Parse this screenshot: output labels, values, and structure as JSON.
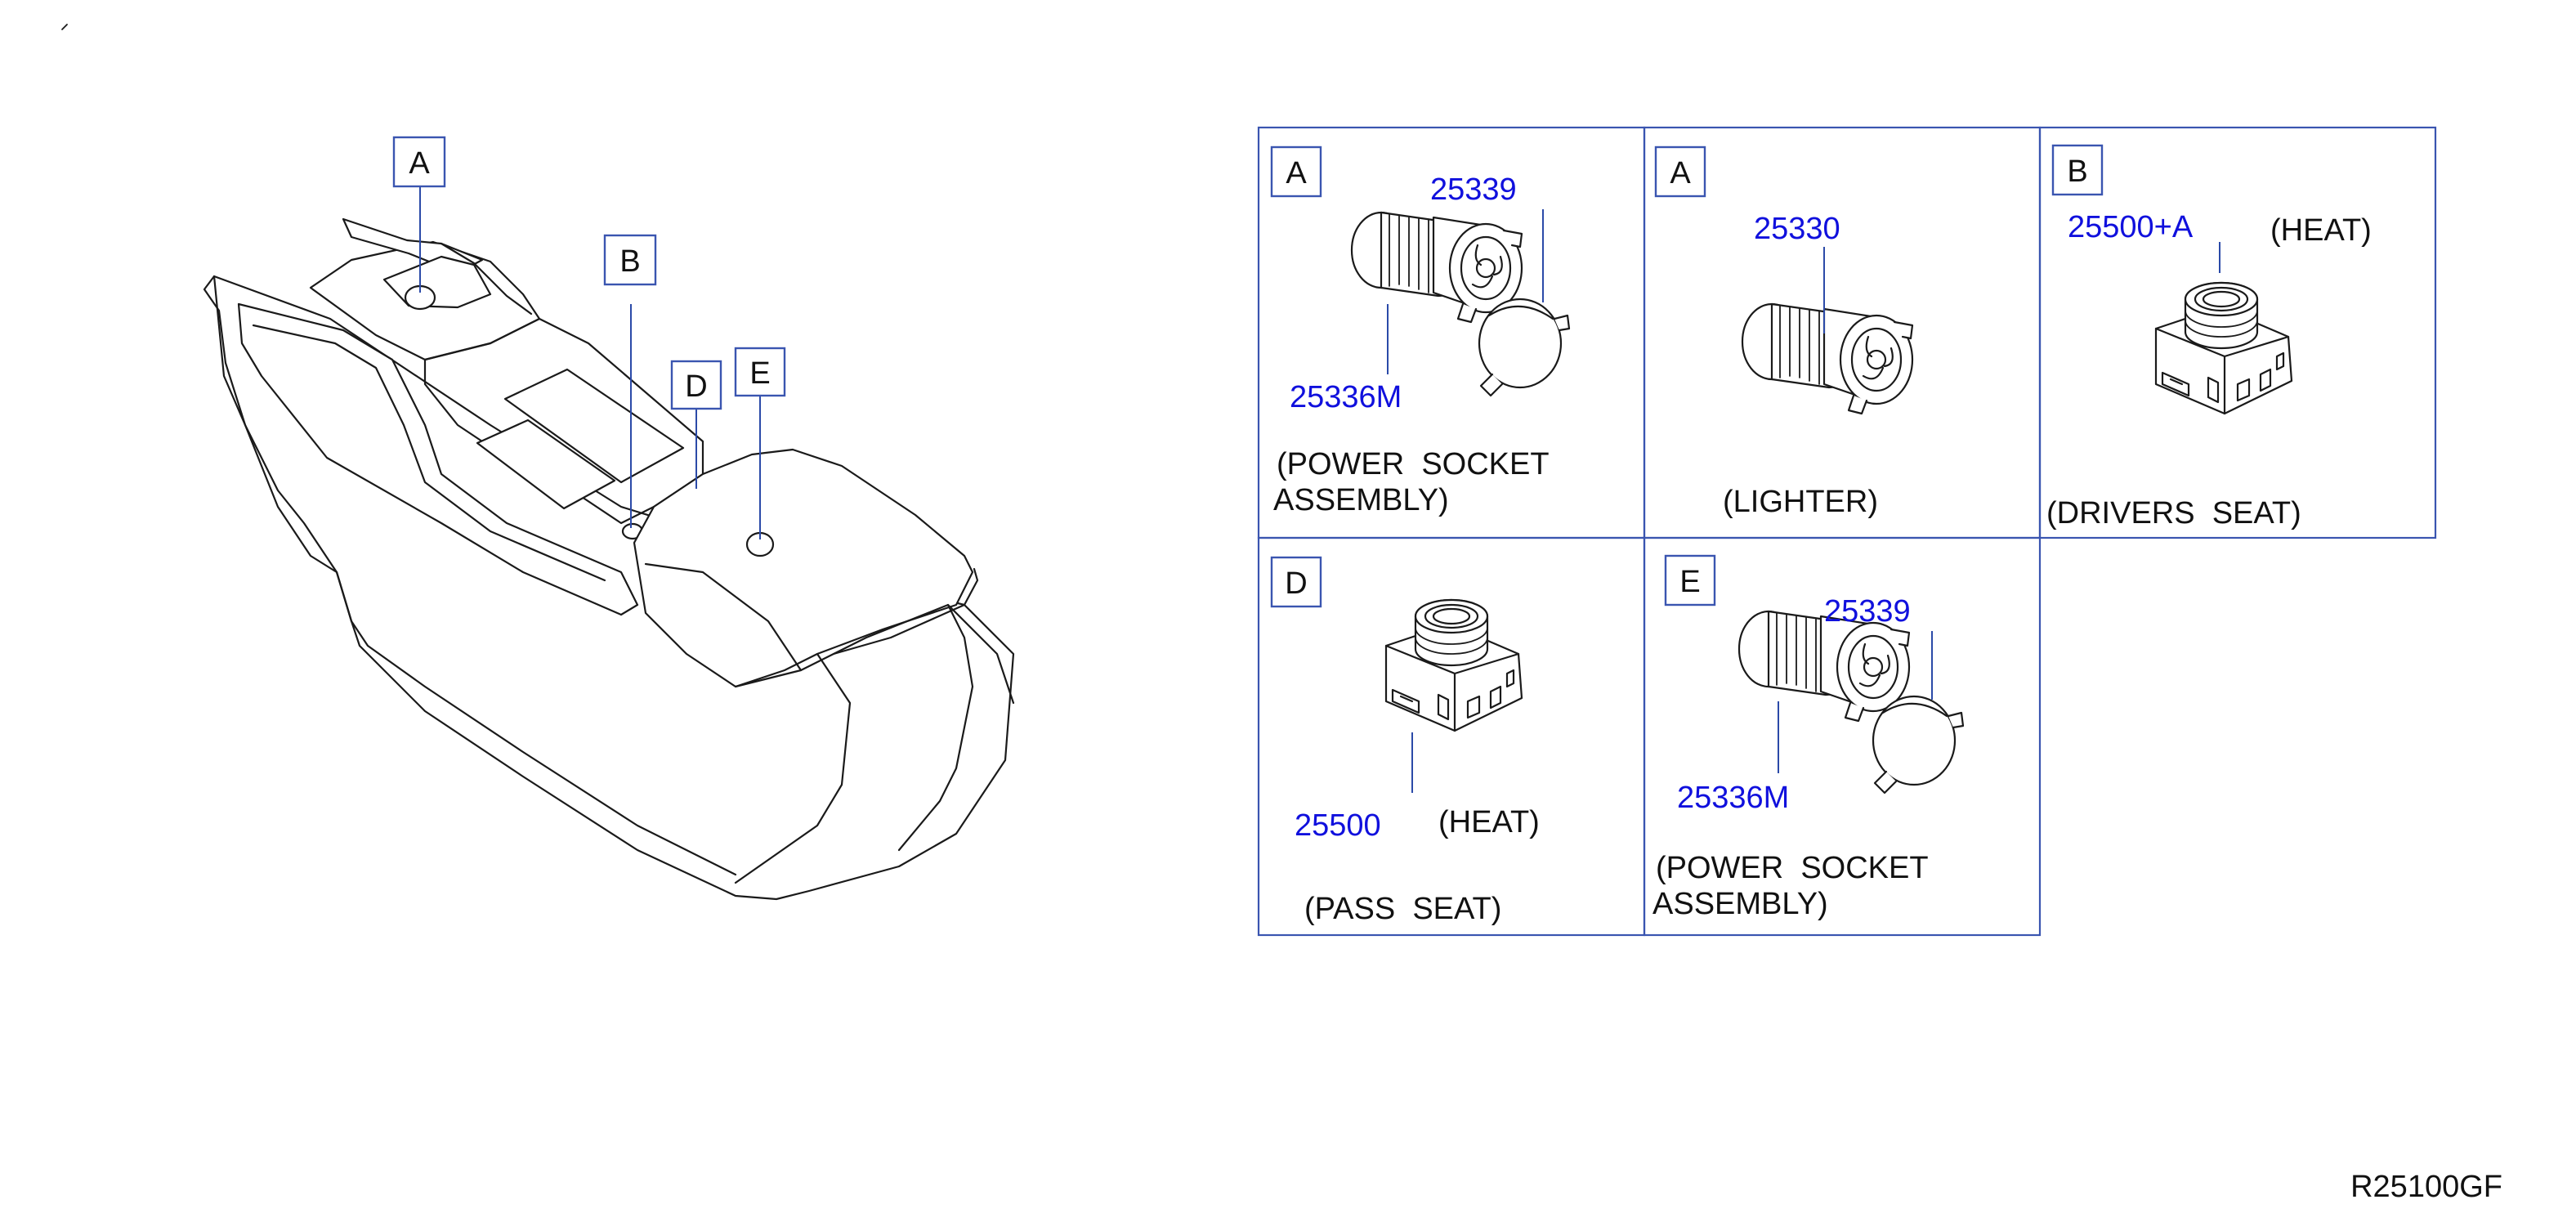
{
  "figure_code": "R25100GF",
  "console_callouts": [
    "A",
    "B",
    "D",
    "E"
  ],
  "cells": [
    {
      "letter": "A",
      "parts": [
        "25339",
        "25336M"
      ],
      "desc_lines": [
        "(POWER  SOCKET",
        "ASSEMBLY)"
      ]
    },
    {
      "letter": "A",
      "parts": [
        "25330"
      ],
      "desc_lines": [
        "(LIGHTER)"
      ]
    },
    {
      "letter": "B",
      "parts": [
        "25500+A"
      ],
      "note": "(HEAT)",
      "desc_lines": [
        "(DRIVERS  SEAT)"
      ]
    },
    {
      "letter": "D",
      "parts": [
        "25500"
      ],
      "note": "(HEAT)",
      "desc_lines": [
        "(PASS  SEAT)"
      ]
    },
    {
      "letter": "E",
      "parts": [
        "25339",
        "25336M"
      ],
      "desc_lines": [
        "(POWER  SOCKET",
        "ASSEMBLY)"
      ]
    }
  ]
}
